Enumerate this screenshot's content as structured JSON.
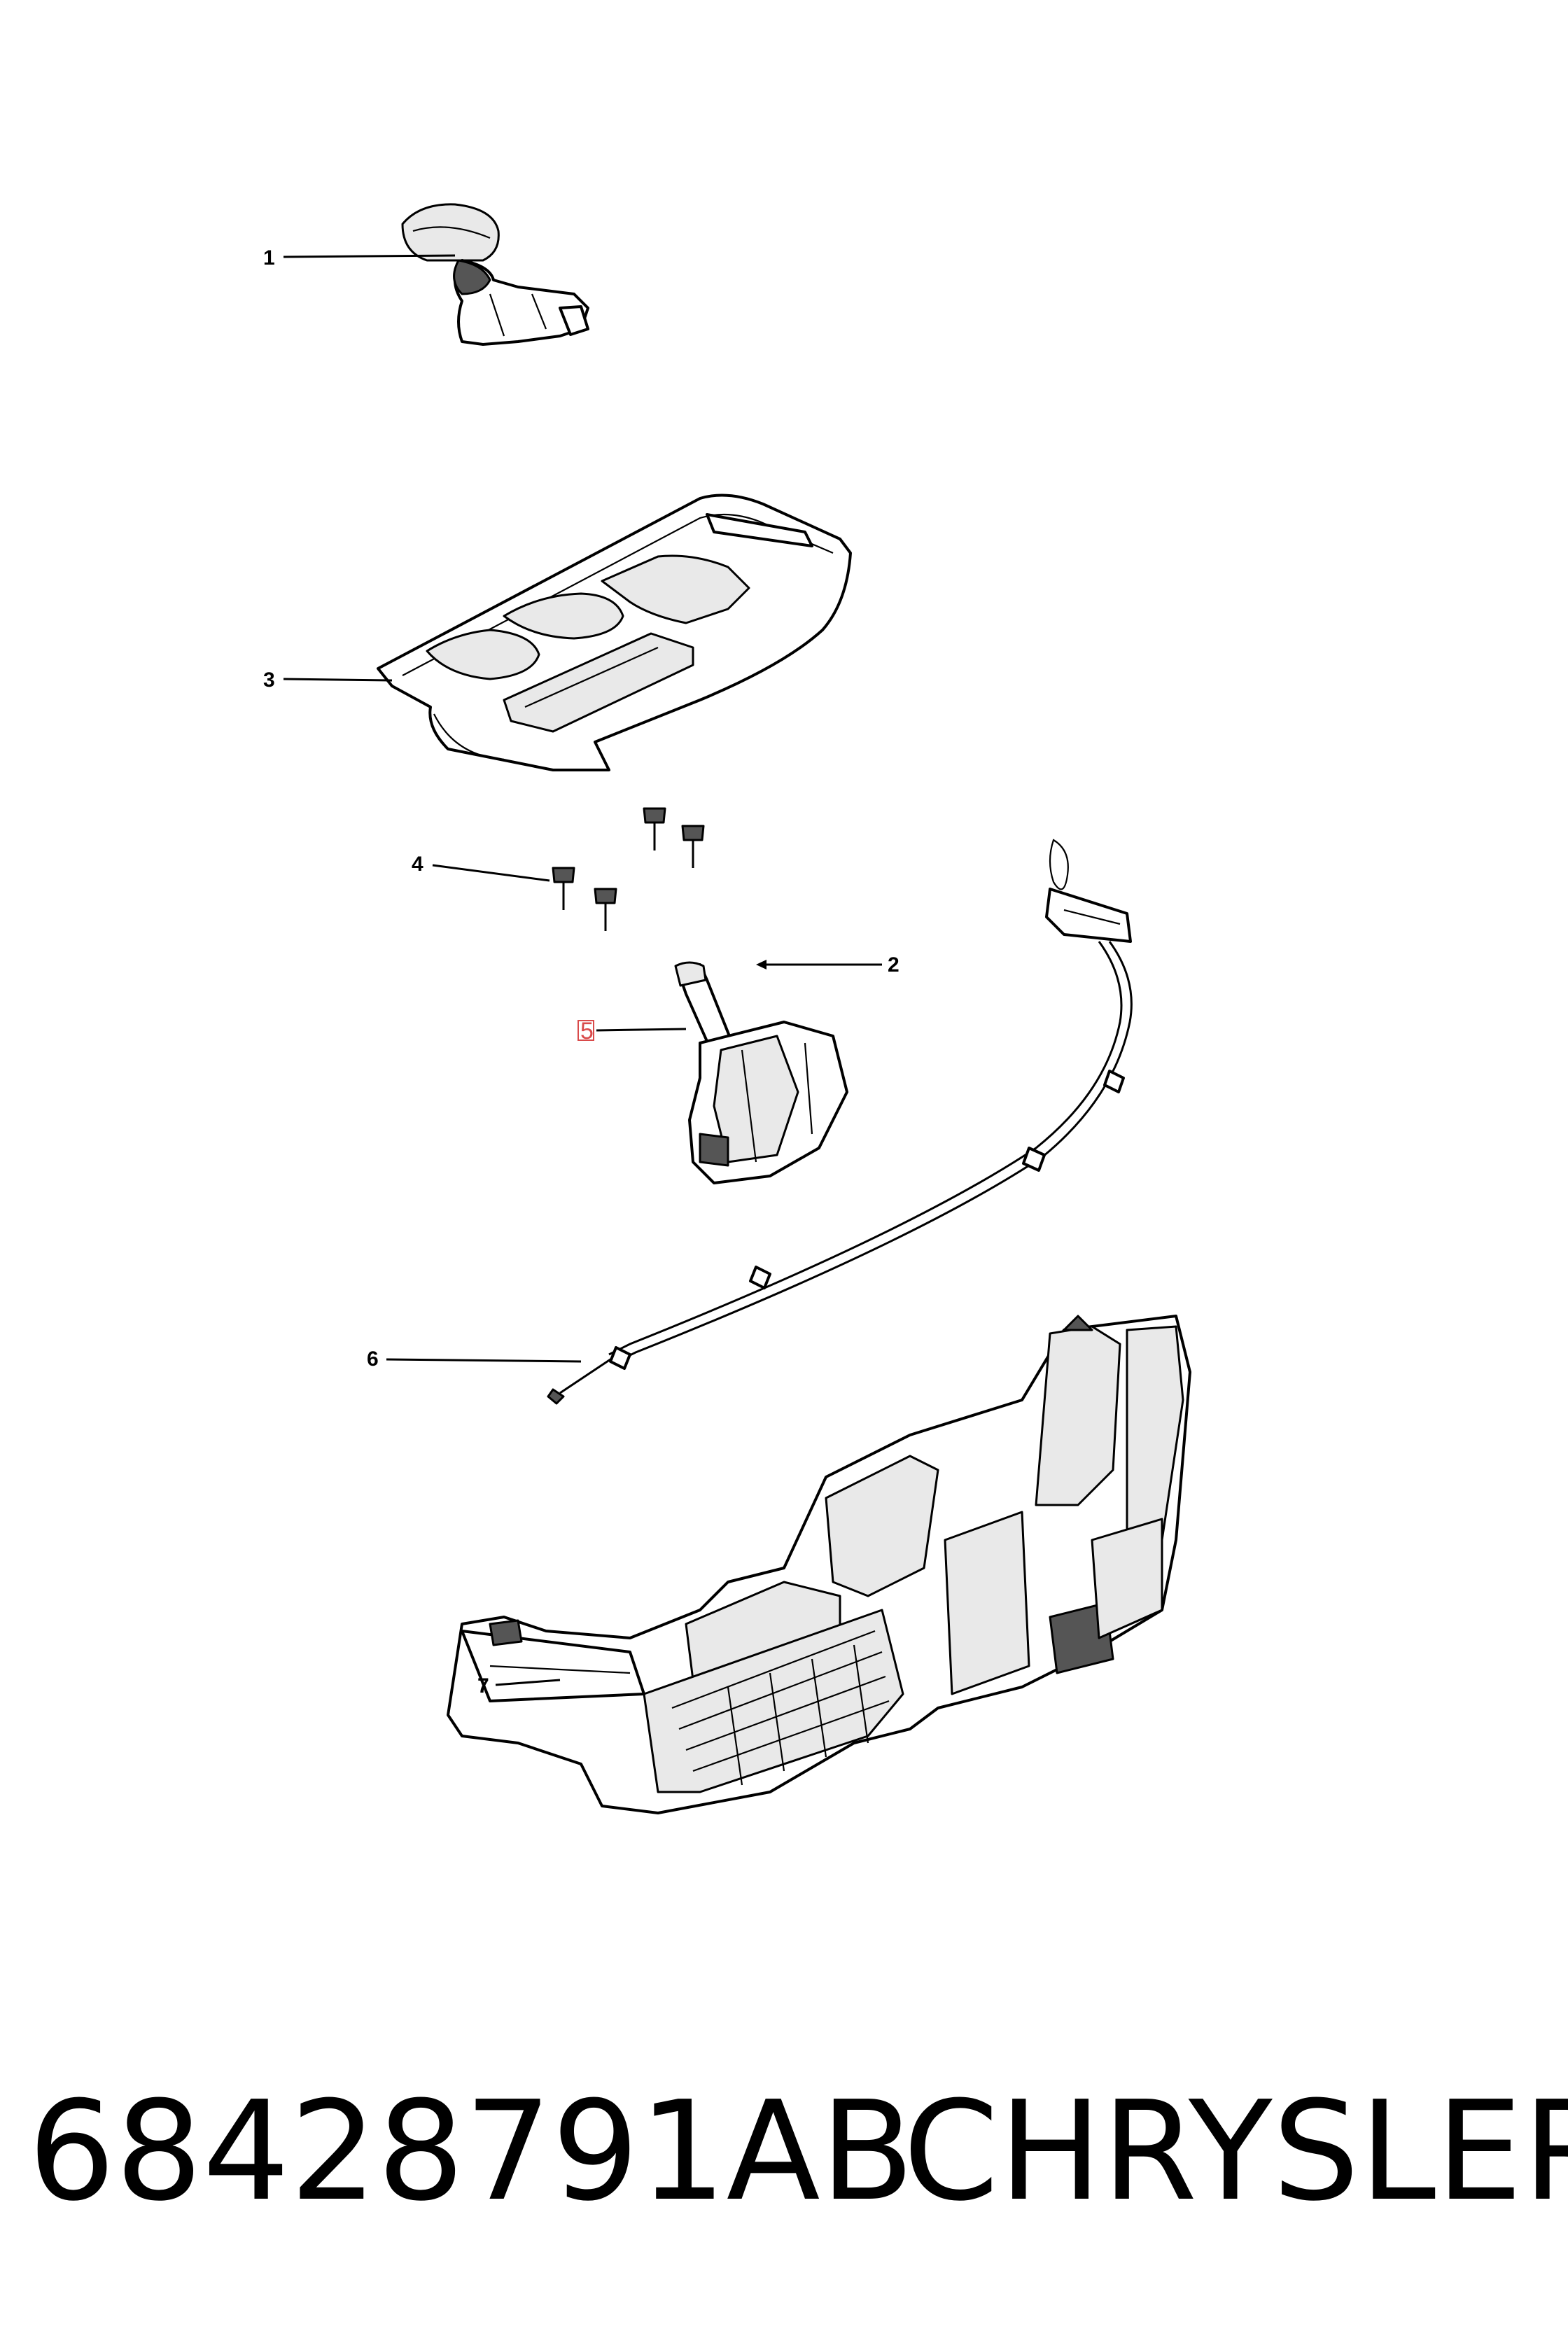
{
  "callouts": [
    {
      "id": "1",
      "label": "1"
    },
    {
      "id": "2",
      "label": "2"
    },
    {
      "id": "3",
      "label": "3"
    },
    {
      "id": "4",
      "label": "4"
    },
    {
      "id": "5",
      "label": "5",
      "highlight": true,
      "highlight_color": "#d94a4a"
    },
    {
      "id": "6",
      "label": "6"
    },
    {
      "id": "7",
      "label": "7"
    }
  ],
  "footer": {
    "part_number": "68428791AB",
    "brand": "CHRYSLER"
  }
}
